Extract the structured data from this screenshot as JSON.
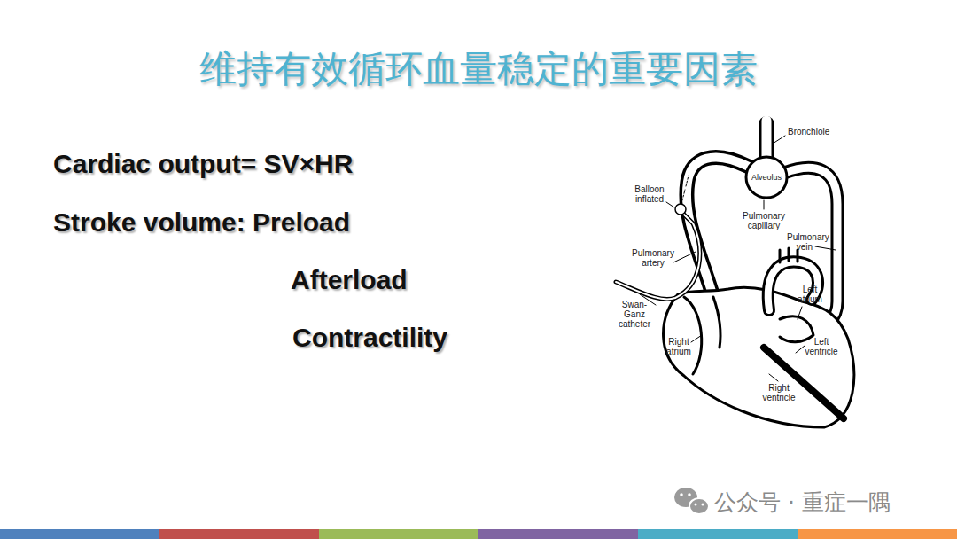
{
  "diagram": {
    "title": "维持有效循环血量稳定的重要因素",
    "nodes": [
      {
        "text": [
          "Alveolus"
        ]
      }
    ],
    "labels": [
      "Cardiac output= SV×HR",
      "Stroke volume: Preload",
      "Afterload",
      "Contractility",
      "Bronchiole",
      "Balloon inflated",
      "Pulmonary capillary",
      "Pulmonary vein",
      "Pulmonary artery",
      "Swan-Ganz catheter",
      "Left atrium",
      "Right atrium",
      "Left ventricle",
      "Right ventricle",
      "公众号 · 重症一隅"
    ]
  }
}
